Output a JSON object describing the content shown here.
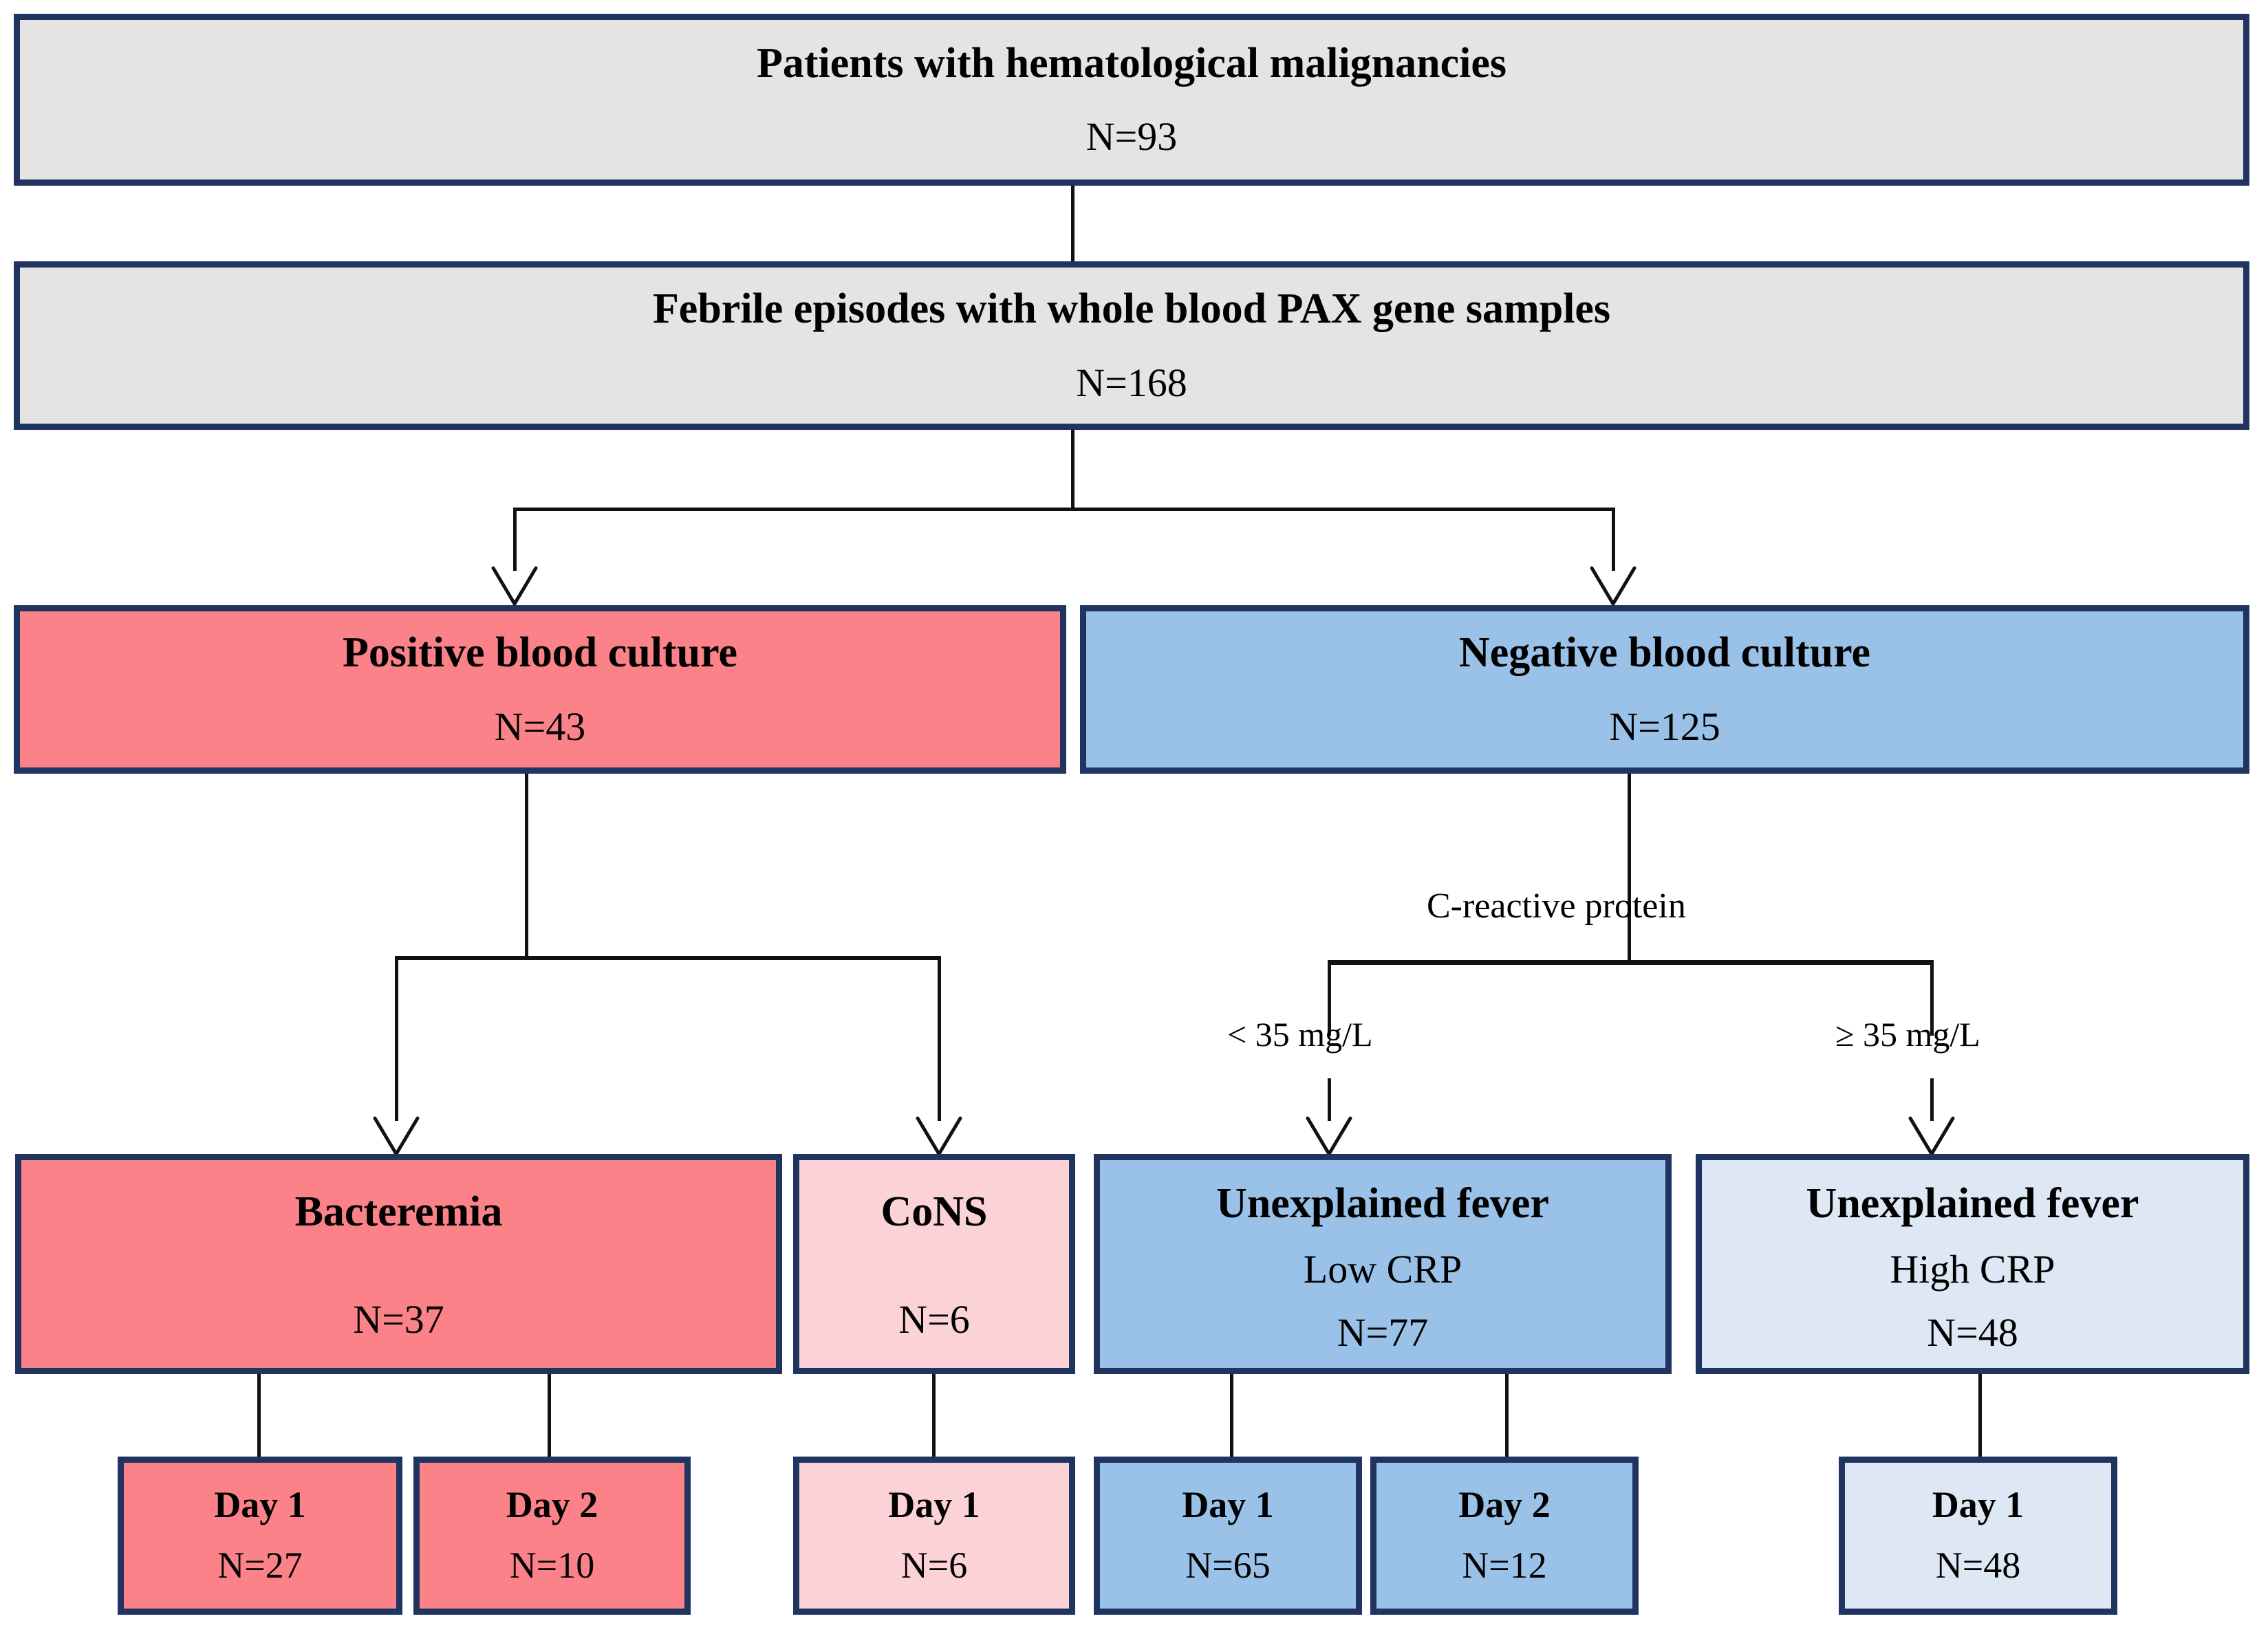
{
  "diagram": {
    "type": "flowchart",
    "title": "Patient and febrile episode flow chart",
    "colors": {
      "border": "#1f3460",
      "grey_fill": "#e4e4e4",
      "salmon_fill": "#fa8288",
      "light_pink_fill": "#fbd3d6",
      "blue_fill": "#9ac2e8",
      "light_blue_fill": "#dee7f4",
      "connector": "#111111"
    }
  },
  "nodes": {
    "patients": {
      "title": "Patients with hematological malignancies",
      "count": "N=93"
    },
    "episodes": {
      "title": "Febrile episodes with whole blood PAX gene samples",
      "count": "N=168"
    },
    "positive_culture": {
      "title": "Positive blood culture",
      "count": "N=43"
    },
    "negative_culture": {
      "title": "Negative blood culture",
      "count": "N=125"
    },
    "bacteremia": {
      "title": "Bacteremia",
      "count": "N=37"
    },
    "cons": {
      "title": "CoNS",
      "count": "N=6"
    },
    "unexplained_low": {
      "title": "Unexplained fever",
      "subtitle": "Low CRP",
      "count": "N=77"
    },
    "unexplained_high": {
      "title": "Unexplained fever",
      "subtitle": "High CRP",
      "count": "N=48"
    },
    "bacteremia_day1": {
      "title": "Day 1",
      "count": "N=27"
    },
    "bacteremia_day2": {
      "title": "Day 2",
      "count": "N=10"
    },
    "cons_day1": {
      "title": "Day 1",
      "count": "N=6"
    },
    "low_day1": {
      "title": "Day 1",
      "count": "N=65"
    },
    "low_day2": {
      "title": "Day 2",
      "count": "N=12"
    },
    "high_day1": {
      "title": "Day 1",
      "count": "N=48"
    }
  },
  "labels": {
    "crp": "C-reactive protein",
    "crp_low": "< 35 mg/L",
    "crp_high": "≥ 35 mg/L"
  }
}
